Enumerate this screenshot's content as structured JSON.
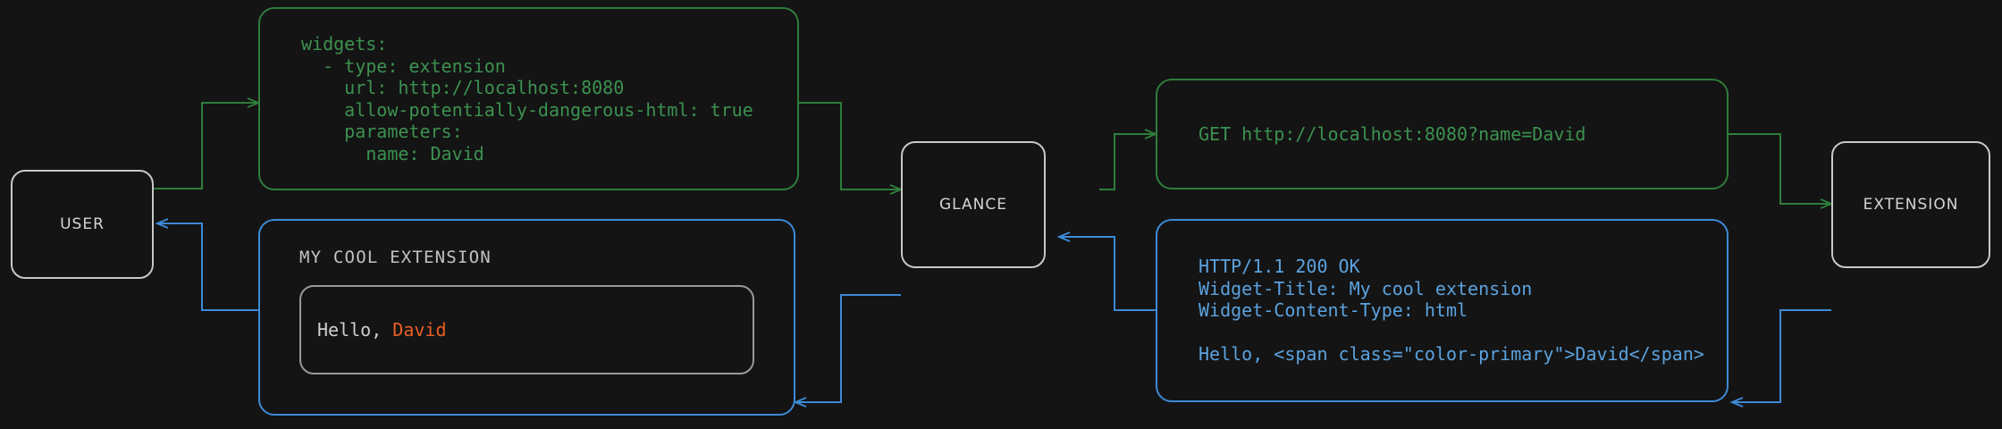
{
  "diagram": {
    "title": "glance extension request flow",
    "background": "#141414",
    "colors": {
      "request_green": "#3c9150",
      "response_blue": "#5ba2de",
      "node_border": "#c8c8c8",
      "accent_orange": "#ea5f24",
      "text_grey": "#d4d4d4"
    }
  },
  "nodes": [
    {
      "id": "user",
      "label": "USER"
    },
    {
      "id": "glance",
      "label": "GLANCE"
    },
    {
      "id": "extension",
      "label": "EXTENSION"
    }
  ],
  "config_block": {
    "kind": "yaml",
    "color": "green",
    "lines": [
      "widgets:",
      "  - type: extension",
      "    url: http://localhost:8080",
      "    allow-potentially-dangerous-html: true",
      "    parameters:",
      "      name: David"
    ]
  },
  "request_block": {
    "kind": "http-request",
    "color": "green",
    "lines": [
      "GET http://localhost:8080?name=David"
    ]
  },
  "response_block": {
    "kind": "http-response",
    "color": "blue",
    "lines": [
      "HTTP/1.1 200 OK",
      "Widget-Title: My cool extension",
      "Widget-Content-Type: html",
      "",
      "Hello, <span class=\"color-primary\">David</span>"
    ]
  },
  "widget_preview": {
    "title": "MY COOL EXTENSION",
    "greeting_prefix": "Hello, ",
    "greeting_name": "David"
  },
  "edges": [
    {
      "from": "user",
      "to": "config_block",
      "color": "green",
      "direction": "right"
    },
    {
      "from": "config_block",
      "to": "glance",
      "color": "green",
      "direction": "right"
    },
    {
      "from": "glance",
      "to": "request_block",
      "color": "green",
      "direction": "right"
    },
    {
      "from": "request_block",
      "to": "extension",
      "color": "green",
      "direction": "right"
    },
    {
      "from": "extension",
      "to": "response_block",
      "color": "blue",
      "direction": "left"
    },
    {
      "from": "response_block",
      "to": "glance",
      "color": "blue",
      "direction": "left"
    },
    {
      "from": "glance",
      "to": "widget_preview",
      "color": "blue",
      "direction": "left"
    },
    {
      "from": "widget_preview",
      "to": "user",
      "color": "blue",
      "direction": "left"
    }
  ]
}
